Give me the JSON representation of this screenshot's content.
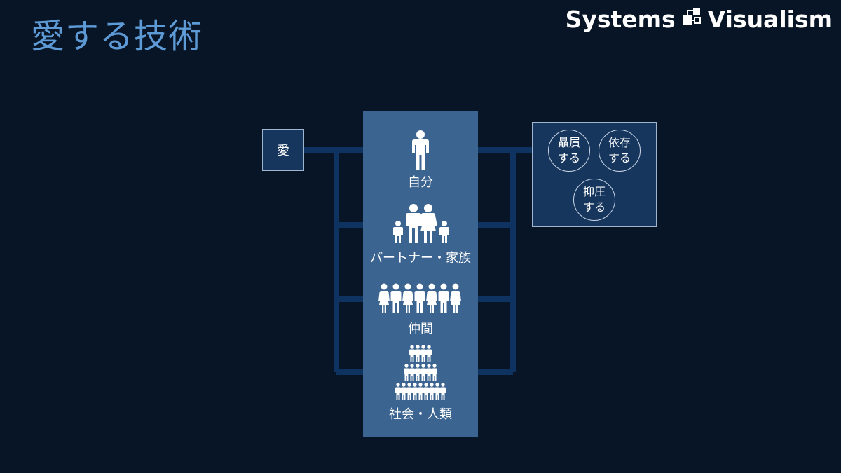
{
  "title": "愛する技術",
  "brand": {
    "left": "Systems",
    "right": "Visualism",
    "logo_icon": "systems-visualism-logo"
  },
  "ai_box": {
    "label": "愛"
  },
  "levels": [
    {
      "label": "自分",
      "icon": "single-person-icon"
    },
    {
      "label": "パートナー・家族",
      "icon": "family-icon"
    },
    {
      "label": "仲間",
      "icon": "group-of-people-icon"
    },
    {
      "label": "社会・人類",
      "icon": "crowd-icon"
    }
  ],
  "panel": {
    "bubbles": [
      {
        "line1": "贔屓",
        "line2": "する"
      },
      {
        "line1": "依存",
        "line2": "する"
      },
      {
        "line1": "抑圧",
        "line2": "する"
      }
    ]
  },
  "colors": {
    "background": "#081526",
    "title": "#5d9ad6",
    "column": "#3c6490",
    "connector": "#0f3360",
    "box_fill": "#17365e",
    "box_border": "#9fb6d0"
  }
}
